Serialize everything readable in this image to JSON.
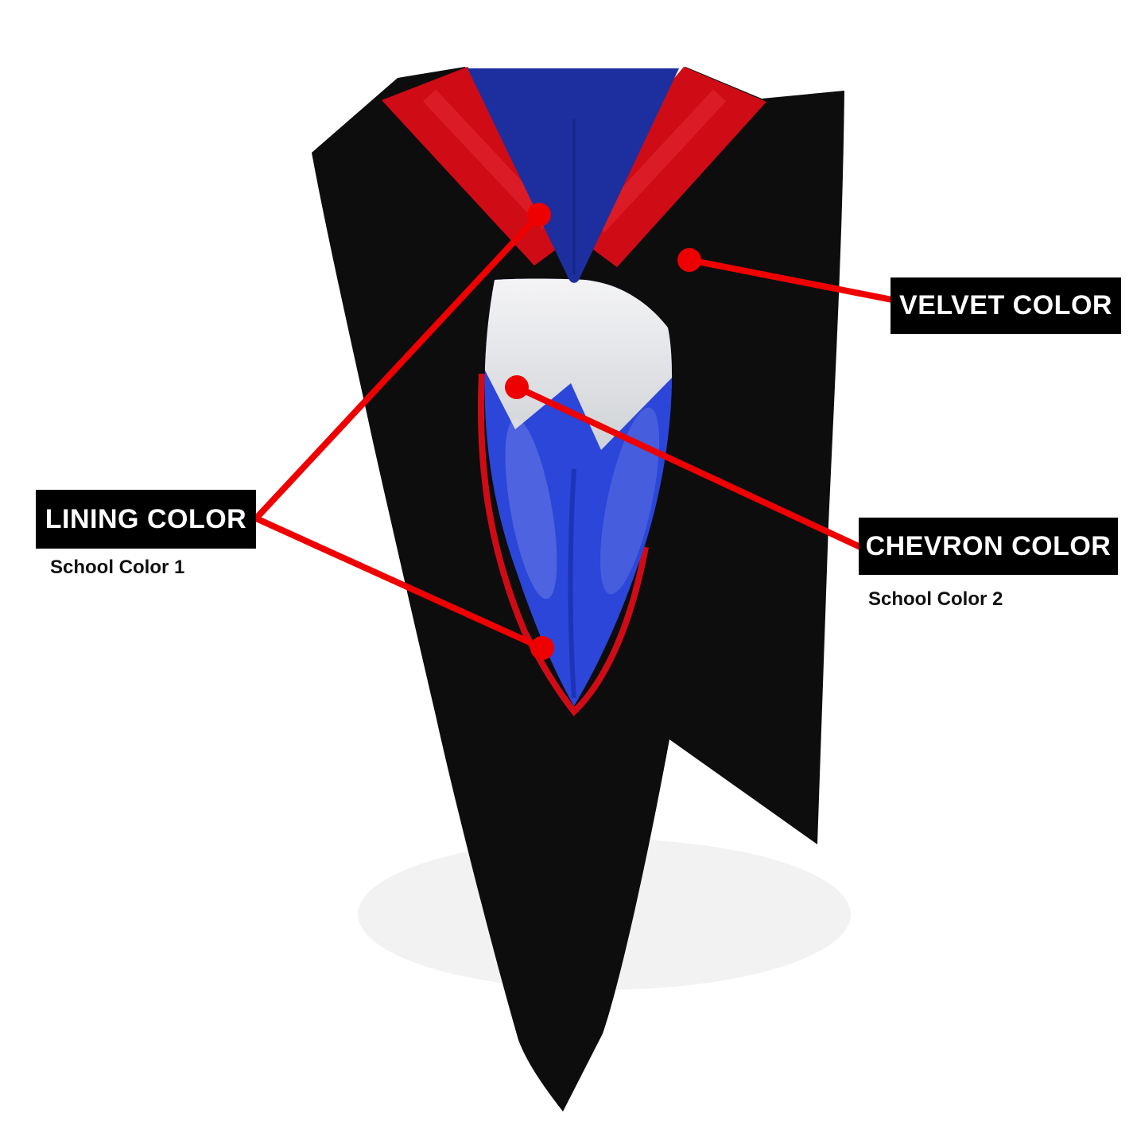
{
  "labels": {
    "velvet": {
      "label": "VELVET COLOR"
    },
    "lining": {
      "label": "LINING COLOR",
      "sub": "School Color 1"
    },
    "chevron": {
      "label": "CHEVRON COLOR",
      "sub": "School Color 2"
    }
  },
  "colors": {
    "callout_red": "#ee0000",
    "label_bg": "#000000",
    "label_text": "#ffffff",
    "velvet_red": "#cf0b16",
    "lining_blue": "#2b46d9",
    "neck_navy": "#1d2f9e",
    "chevron_white": "#f4f4f6",
    "gown_black": "#0d0d0d",
    "background": "#ffffff",
    "sub_text": "#111111"
  }
}
